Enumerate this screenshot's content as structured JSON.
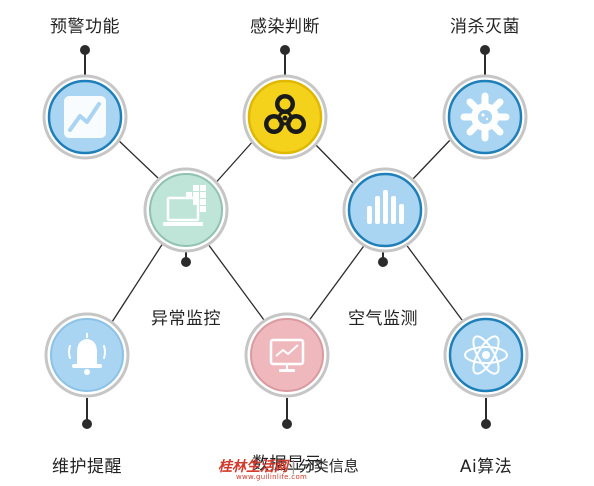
{
  "nodes": [
    {
      "id": "warning",
      "label": "预警功能",
      "icon": "line-chart-icon"
    },
    {
      "id": "infection",
      "label": "感染判断",
      "icon": "biohazard-icon"
    },
    {
      "id": "disinfect",
      "label": "消杀灭菌",
      "icon": "gear-icon"
    },
    {
      "id": "anomaly",
      "label": "异常监控",
      "icon": "monitor-icon"
    },
    {
      "id": "air",
      "label": "空气监测",
      "icon": "bar-chart-icon"
    },
    {
      "id": "maintain",
      "label": "维护提醒",
      "icon": "bell-icon"
    },
    {
      "id": "display",
      "label": "数据显示",
      "icon": "display-chart-icon"
    },
    {
      "id": "ai",
      "label": "Ai算法",
      "icon": "atom-icon"
    }
  ],
  "colors": {
    "blue_fill": "#a9d4f2",
    "blue_ring": "#1f7fb8",
    "yellow_fill": "#f4d21c",
    "teal_fill": "#bfe4d8",
    "pink_fill": "#efb8bd",
    "gray_ring": "#c6c6c6",
    "line": "#2b2b2b"
  },
  "watermark": {
    "brand": "桂林生活网",
    "separator": "|",
    "category": "分类信息",
    "url": "www.guilinlife.com"
  }
}
